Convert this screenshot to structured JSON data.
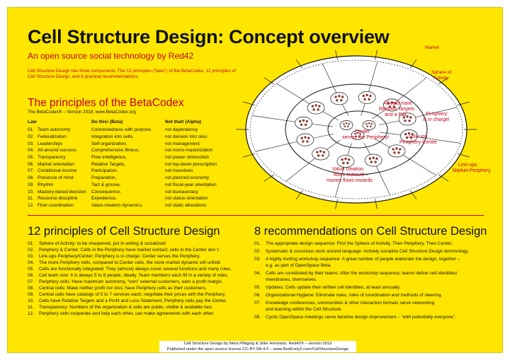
{
  "title": "Cell Structure Design: Concept overview",
  "subtitle": "An open source social technology by Red42",
  "intro": "Cell Structure Design has three components: The 12 principles (“laws”) of the BetaCodex, 12 principles of Cell Structure Design, and 8 practical recommendations.",
  "betacodex": {
    "title": "The principles of the BetaCodex",
    "version": "The BetaCodex® – Version 2018: www.BetaCodex.org",
    "headers": {
      "law": "Law",
      "do": "Do this! (Beta)",
      "not": "Not that! (Alpha)"
    },
    "rows": [
      {
        "n": "01.",
        "law": "Team autonomy",
        "do": "Connectedness with purpose,",
        "not": "not dependency"
      },
      {
        "n": "02.",
        "law": "Federalization",
        "do": "Integration into cells,",
        "not": "not division into silos"
      },
      {
        "n": "03.",
        "law": "Leaderships",
        "do": "Self-organization,",
        "not": "not management"
      },
      {
        "n": "04.",
        "law": "All-around success",
        "do": "Comprehensive fitness,",
        "not": "not mono-maximization"
      },
      {
        "n": "05.",
        "law": "Transparency",
        "do": "Flow intelligence,",
        "not": "not power obstruction"
      },
      {
        "n": "06.",
        "law": "Market orientation",
        "do": "Relative Targets,",
        "not": "not top-down prescription"
      },
      {
        "n": "07.",
        "law": "Conditional income",
        "do": "Participation,",
        "not": "not incentives"
      },
      {
        "n": "08.",
        "law": "Presence of mind",
        "do": "Preparation,",
        "not": "not planned economy"
      },
      {
        "n": "09.",
        "law": "Rhythm",
        "do": "Tact & groove,",
        "not": "not fiscal-year orientation"
      },
      {
        "n": "10.",
        "law": "Mastery-based decision",
        "do": "Consequence,",
        "not": "not bureaucracy"
      },
      {
        "n": "11.",
        "law": "Resource discipline",
        "do": "Expedience,",
        "not": "not status-orientation"
      },
      {
        "n": "12.",
        "law": "Flow coordination",
        "do": "Value-creation dynamics,",
        "not": "not static allocations"
      }
    ]
  },
  "csd": {
    "title": "12 principles of Cell Structure Design",
    "items": [
      {
        "n": "01.",
        "text": "Sphere of Activity: to be sharpened, put in writing & socialized!"
      },
      {
        "n": "02.",
        "text": "Periphery & Center: Cells in the Periphery have market contact; cells in the Center don´t."
      },
      {
        "n": "03.",
        "text": "Link-ups Periphery/Center: Periphery is in charge; Center serves the Periphery."
      },
      {
        "n": "04.",
        "text": "The more Periphery cells, compared to Center cells, the more market dynamic will unfold."
      },
      {
        "n": "05.",
        "text": "Cells are functionally integrated: They (almost) always cover several functions and many roles."
      },
      {
        "n": "06.",
        "text": "Cell team size: It is always 5 to 8 people, ideally. Team members each fill in a variety of roles."
      },
      {
        "n": "07.",
        "text": "Periphery cells: Have maximum autonomy, “own” external customers, earn a profit margin."
      },
      {
        "n": "08.",
        "text": "Central cells: Make neither profit nor loss; have Periphery cells as their customers."
      },
      {
        "n": "09.",
        "text": "Central cells have catalogs of 5 to 7 services each; negotiate their prices with the Periphery."
      },
      {
        "n": "10.",
        "text": "Cells have Relative Targets and a Profit and Loss Statement; Periphery cells pay the Center."
      },
      {
        "n": "11.",
        "text": "Transparency: Numbers of the organization & cells are public, visible & available fast."
      },
      {
        "n": "12.",
        "text": "Periphery cells cooperate and help each other, can make agreements with each other."
      }
    ]
  },
  "recs": {
    "title": "8 recommendations on Cell Structure Design",
    "items": [
      {
        "n": "01.",
        "lines": [
          "The appropriate design sequence: First the Sphere of Activity. Then Periphery. Then Center."
        ]
      },
      {
        "n": "02.",
        "lines": [
          "Systematic & conscious work around language: Actively socialize Cell Structure Design terminology."
        ]
      },
      {
        "n": "03.",
        "lines": [
          "A highly inviting workshop sequence: A great number of people elaborate the design, together –",
          "e.g. as part of OpenSpace Beta."
        ]
      },
      {
        "n": "04.",
        "lines": [
          "Cells are constituted by their teams: After the workshop sequence, teams define cell identities/",
          "membranes, themselves."
        ]
      },
      {
        "n": "05.",
        "lines": [
          "Updates: Cells update their written cell identities, at least annually."
        ]
      },
      {
        "n": "06.",
        "lines": [
          "Organizational Hygiene: Eliminate rules, roles of coordination and methods of steering."
        ]
      },
      {
        "n": "07.",
        "lines": [
          "Knowledge conferences, communities & other interaction formats serve networking",
          "and learning within the Cell Structure."
        ]
      },
      {
        "n": "08.",
        "lines": [
          "Cyclic OpenSpace meetings serve iterative design improvement – “with potentially everyone”."
        ]
      }
    ]
  },
  "diagram": {
    "market": "Market",
    "sphere": [
      "Sphere of",
      "Activity"
    ],
    "all_cells": [
      "All cells have",
      "Relative Targets",
      "and a P&L"
    ],
    "periphery": [
      "Periphery:",
      "is in charge!"
    ],
    "center": [
      "Center",
      "serves the Periphery!"
    ],
    "linkups_pc": [
      "Link-ups",
      "Periphery-Center"
    ],
    "value": [
      "Value creation",
      "flows outward –",
      "money flows inwards"
    ],
    "linkups_pp": [
      "Link-ups",
      "Market-Periphery"
    ]
  },
  "footer": [
    "Cell Structure Design by Niels Pfläging & Silke Hermann, Red42® – version 2019",
    "Published under the open source license CC-BY-SA-4.0 – www.RedForty2.com/CellStructureDesign"
  ],
  "colors": {
    "background": "#ffe600",
    "accent": "#c0001a",
    "text": "#111111"
  }
}
